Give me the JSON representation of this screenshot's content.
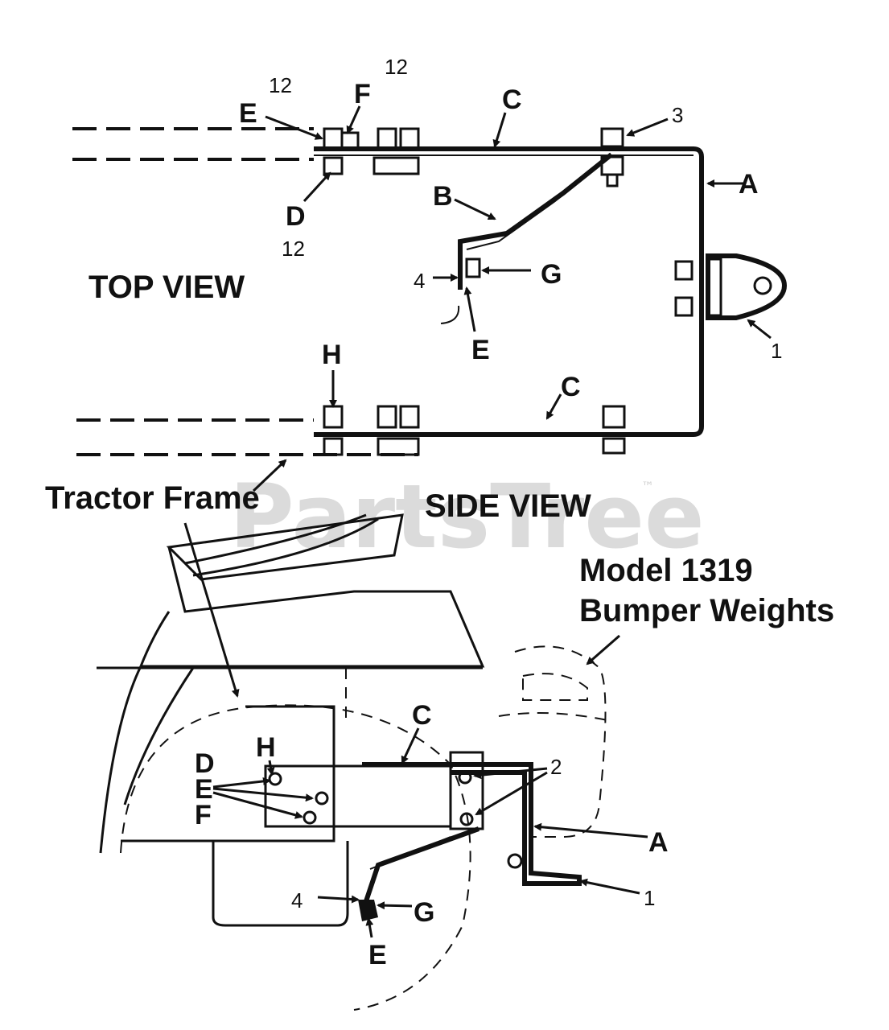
{
  "watermark": {
    "text": "PartsTree",
    "trademark": "™"
  },
  "top_view": {
    "title": "TOP VIEW",
    "labels": {
      "A": "A",
      "B": "B",
      "C1": "C",
      "C2": "C",
      "D": "D",
      "E1": "E",
      "E2": "E",
      "F": "F",
      "G": "G",
      "H": "H"
    },
    "numbers": {
      "n12a": "12",
      "n12b": "12",
      "n12c": "12",
      "n3": "3",
      "n4": "4",
      "n1": "1"
    }
  },
  "side_view": {
    "title": "SIDE VIEW",
    "tractor_frame": "Tractor Frame",
    "model_line1": "Model 1319",
    "model_line2": "Bumper Weights",
    "labels": {
      "A": "A",
      "C": "C",
      "D": "D",
      "E1": "E",
      "F": "F",
      "G": "G",
      "H": "H",
      "E2": "E"
    },
    "numbers": {
      "n2": "2",
      "n1": "1",
      "n4": "4"
    }
  }
}
